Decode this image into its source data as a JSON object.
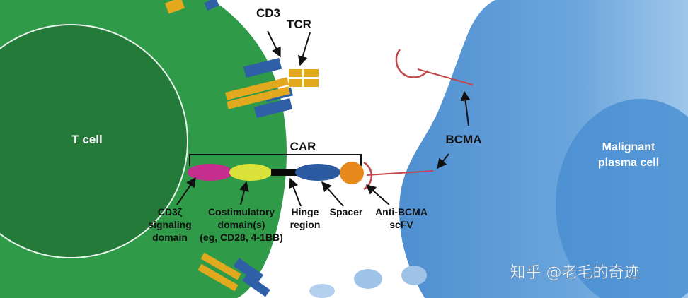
{
  "labels": {
    "t_cell": "T cell",
    "cd3": "CD3",
    "tcr": "TCR",
    "car": "CAR",
    "bcma": "BCMA",
    "malignant_line1": "Malignant",
    "malignant_line2": "plasma cell",
    "cd3z_line1": "CD3ζ",
    "cd3z_line2": "signaling",
    "cd3z_line3": "domain",
    "costim_line1": "Costimulatory",
    "costim_line2": "domain(s)",
    "costim_line3": "(eg, CD28, 4-1BB)",
    "hinge_line1": "Hinge",
    "hinge_line2": "region",
    "spacer": "Spacer",
    "scfv_line1": "Anti-BCMA",
    "scfv_line2": "scFV"
  },
  "watermark": "知乎 @老毛的奇迹",
  "colors": {
    "t_cell_membrane": "#2e9a47",
    "t_cell_nucleus": "#237a3a",
    "malignant_cell": "#5b9ad6",
    "malignant_nucleus": "#3f86cc",
    "cd3z_domain": "#c72d8c",
    "costim_domain": "#dbe23a",
    "spacer": "#2c5aa0",
    "scfv": "#e8891e",
    "bcma_line": "#c0474a",
    "cd3_blue": "#2f5fa6",
    "tcr_gold": "#e2a91f"
  }
}
